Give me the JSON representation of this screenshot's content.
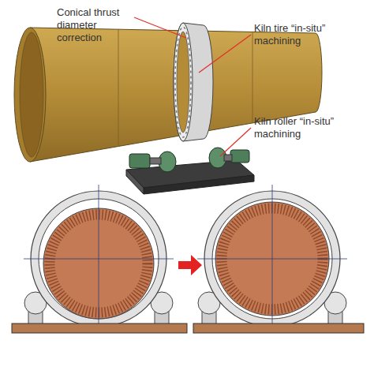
{
  "diagram": {
    "labels": [
      "Conical thrust diameter correction",
      "Kiln tire “in-situ” machining",
      "Kiln roller “in-situ” machining"
    ]
  }
}
